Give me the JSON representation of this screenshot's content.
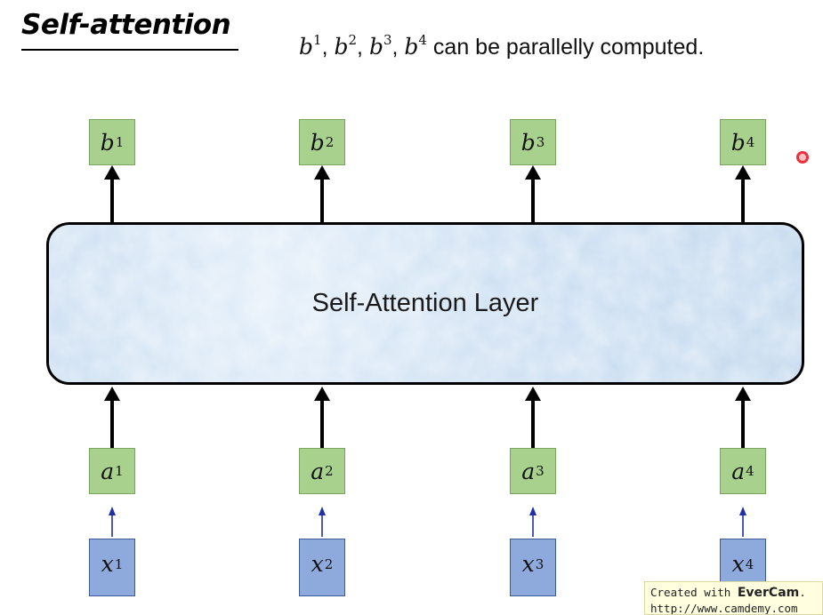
{
  "slide": {
    "title": "Self-attention",
    "subtitle": {
      "terms": [
        {
          "base": "b",
          "exp": "1",
          "sep": ", "
        },
        {
          "base": "b",
          "exp": "2",
          "sep": ", "
        },
        {
          "base": "b",
          "exp": "3",
          "sep": ", "
        },
        {
          "base": "b",
          "exp": "4",
          "sep": ""
        }
      ],
      "rest": " can be parallelly computed."
    }
  },
  "layer": {
    "label": "Self-Attention Layer",
    "fill_color": "#c6dbef"
  },
  "outputs": [
    {
      "base": "b",
      "exp": "1"
    },
    {
      "base": "b",
      "exp": "2"
    },
    {
      "base": "b",
      "exp": "3"
    },
    {
      "base": "b",
      "exp": "4"
    }
  ],
  "embeddings": [
    {
      "base": "a",
      "exp": "1"
    },
    {
      "base": "a",
      "exp": "2"
    },
    {
      "base": "a",
      "exp": "3"
    },
    {
      "base": "a",
      "exp": "4"
    }
  ],
  "inputs": [
    {
      "base": "x",
      "exp": "1"
    },
    {
      "base": "x",
      "exp": "2"
    },
    {
      "base": "x",
      "exp": "3"
    },
    {
      "base": "x",
      "exp": "4"
    }
  ],
  "colors": {
    "output_box": "#a9d18e",
    "embedding_box": "#a9d18e",
    "input_box": "#8ea9db",
    "thick_arrow": "#000000",
    "thin_arrow": "#1f2fa6",
    "pointer": "#e8323c"
  },
  "watermark": {
    "prefix": "Created with ",
    "brand": "EverCam",
    "suffix": ".",
    "url": "http://www.camdemy.com"
  }
}
